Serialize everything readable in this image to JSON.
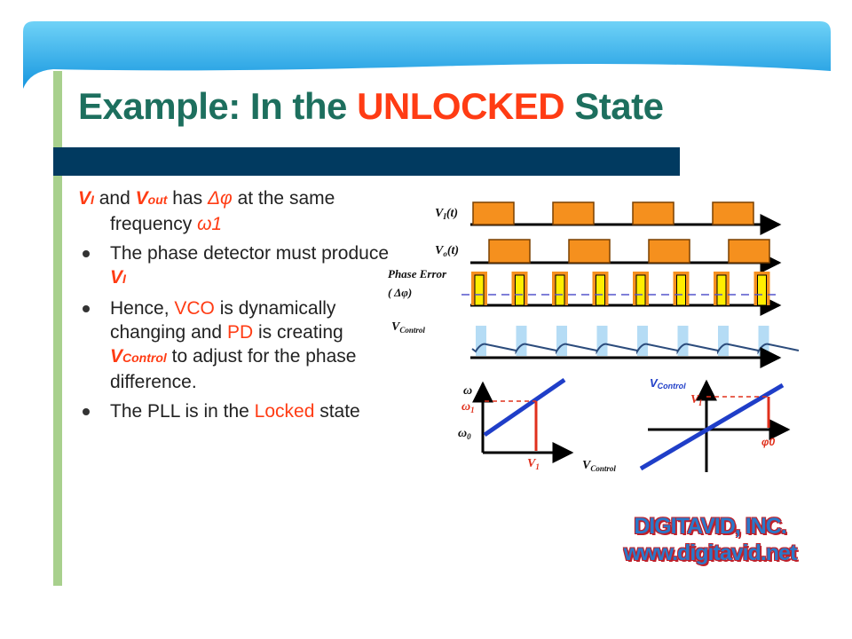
{
  "title": {
    "prefix": "Example: In the ",
    "highlight": "UNLOCKED",
    "suffix": " State"
  },
  "bullets": {
    "intro": {
      "vi": "V",
      "vi_sub": "I",
      "t1": " and ",
      "vout": "V",
      "vout_sub": "out",
      "t2": " has ",
      "dphi": "Δφ",
      "t3": " at the same",
      "line2": "frequency ",
      "omega1": "ω1"
    },
    "b1": {
      "text": "The phase detector must produce ",
      "v": "V",
      "v_sub": "I"
    },
    "b2": {
      "t1": "Hence, ",
      "vco": "VCO",
      "t2": " is dynamically changing and ",
      "pd": "PD",
      "t3": " is creating ",
      "vc": "V",
      "vc_sub": "Control",
      "t4": " to adjust for the phase difference."
    },
    "b3": {
      "text": "The PLL is in the ",
      "locked": "Locked",
      "t2": " state"
    }
  },
  "diagram": {
    "labels": {
      "vi": "V",
      "vi_sub": "I",
      "vi_t": "(t)",
      "vo": "V",
      "vo_sub": "o",
      "vo_t": "(t)",
      "phase_error": "Phase Error",
      "dphi": "( Δφ)",
      "vcontrol": "V",
      "vcontrol_sub": "Control"
    },
    "waveforms": {
      "vi_pulses": 4,
      "vo_pulses": 4,
      "pe_pulses": 8,
      "pulse_color": "#f5901e",
      "error_color": "#ffee00",
      "dash_color": "#5555cc",
      "ctrl_band_color": "#b5dcf5",
      "ctrl_line_color": "#2c4c7c"
    },
    "graph_left": {
      "y_axis": "ω",
      "omega1": "ω",
      "omega1_sub": "1",
      "omega0": "ω",
      "omega0_sub": "0",
      "v1": "V",
      "v1_sub": "1",
      "x_axis": "V",
      "x_axis_sub": "Control"
    },
    "graph_right": {
      "y_axis": "V",
      "y_axis_sub": "Control",
      "vi": "V",
      "vi_sub": "I",
      "phi0": "φ0"
    },
    "colors": {
      "line": "#1f3ec8",
      "marker": "#e0301c",
      "axis": "#000000"
    }
  },
  "logo": {
    "line1": "DIGITAVID, INC.",
    "line2": "www.digitavid.net"
  },
  "colors": {
    "banner": "#1fa2e6",
    "title": "#1d6f5e",
    "highlight": "#ff3c14",
    "title_rule": "#013a60",
    "green_rule": "#a8d08d"
  }
}
